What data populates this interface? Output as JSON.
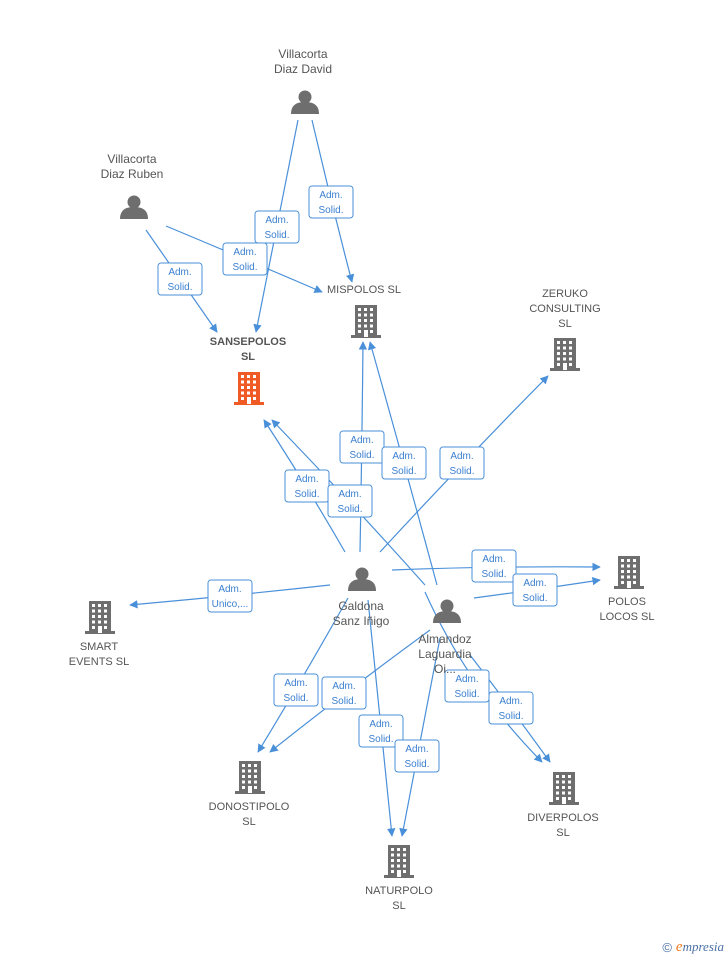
{
  "colors": {
    "person": "#6e6e6e",
    "company": "#6e6e6e",
    "focus": "#f05a24",
    "edge": "#4a90d9"
  },
  "nodes": [
    {
      "id": "p_david",
      "kind": "person",
      "name": "person-villacorta-diaz-david",
      "lines": [
        "Villacorta",
        "Diaz David"
      ]
    },
    {
      "id": "p_ruben",
      "kind": "person",
      "name": "person-villacorta-diaz-ruben",
      "lines": [
        "Villacorta",
        "Diaz Ruben"
      ]
    },
    {
      "id": "p_galdona",
      "kind": "person",
      "name": "person-galdona-sanz-inigo",
      "lines": [
        "Galdona",
        "Sanz Iñigo"
      ]
    },
    {
      "id": "p_almandoz",
      "kind": "person",
      "name": "person-almandoz-laguardia",
      "lines": [
        "Almandoz",
        "Laguardia",
        "Oi..."
      ]
    },
    {
      "id": "c_sansepolos",
      "kind": "focus",
      "name": "company-sansepolos",
      "lines": [
        "SANSEPOLOS",
        "SL"
      ]
    },
    {
      "id": "c_mispolos",
      "kind": "company",
      "name": "company-mispolos",
      "lines": [
        "MISPOLOS  SL"
      ]
    },
    {
      "id": "c_zeruko",
      "kind": "company",
      "name": "company-zeruko-consulting",
      "lines": [
        "ZERUKO",
        "CONSULTING",
        "SL"
      ]
    },
    {
      "id": "c_smart",
      "kind": "company",
      "name": "company-smart-events",
      "lines": [
        "SMART",
        "EVENTS SL"
      ]
    },
    {
      "id": "c_polos",
      "kind": "company",
      "name": "company-polos-locos",
      "lines": [
        "POLOS",
        "LOCOS  SL"
      ]
    },
    {
      "id": "c_donosti",
      "kind": "company",
      "name": "company-donostipolo",
      "lines": [
        "DONOSTIPOLO",
        "SL"
      ]
    },
    {
      "id": "c_diverpolos",
      "kind": "company",
      "name": "company-diverpolos",
      "lines": [
        "DIVERPOLOS",
        "SL"
      ]
    },
    {
      "id": "c_naturpolo",
      "kind": "company",
      "name": "company-naturpolo",
      "lines": [
        "NATURPOLO",
        "SL"
      ]
    }
  ],
  "edges": [
    {
      "id": "e1",
      "from": "p_david",
      "to": "c_sansepolos",
      "lines": [
        "Adm.",
        "Solid."
      ]
    },
    {
      "id": "e2",
      "from": "p_david",
      "to": "c_mispolos",
      "lines": [
        "Adm.",
        "Solid."
      ]
    },
    {
      "id": "e3",
      "from": "p_ruben",
      "to": "c_sansepolos",
      "lines": [
        "Adm.",
        "Solid."
      ]
    },
    {
      "id": "e4",
      "from": "p_ruben",
      "to": "c_mispolos",
      "lines": [
        "Adm.",
        "Solid."
      ]
    },
    {
      "id": "e5",
      "from": "p_galdona",
      "to": "c_sansepolos",
      "lines": [
        "Adm.",
        "Solid."
      ]
    },
    {
      "id": "e6",
      "from": "p_galdona",
      "to": "c_mispolos",
      "lines": [
        "Adm.",
        "Solid."
      ]
    },
    {
      "id": "e7",
      "from": "p_galdona",
      "to": "c_zeruko",
      "lines": [
        "Adm.",
        "Solid."
      ]
    },
    {
      "id": "e8",
      "from": "p_galdona",
      "to": "c_smart",
      "lines": [
        "Adm.",
        "Unico,..."
      ]
    },
    {
      "id": "e9",
      "from": "p_galdona",
      "to": "c_polos",
      "lines": [
        "Adm.",
        "Solid."
      ]
    },
    {
      "id": "e10",
      "from": "p_galdona",
      "to": "c_donosti",
      "lines": [
        "Adm.",
        "Solid."
      ]
    },
    {
      "id": "e11",
      "from": "p_galdona",
      "to": "c_naturpolo",
      "lines": [
        "Adm.",
        "Solid."
      ]
    },
    {
      "id": "e12",
      "from": "p_galdona",
      "to": "c_diverpolos",
      "lines": [
        "Adm.",
        "Solid."
      ]
    },
    {
      "id": "e13",
      "from": "p_almandoz",
      "to": "c_sansepolos",
      "lines": [
        "Adm.",
        "Solid."
      ]
    },
    {
      "id": "e14",
      "from": "p_almandoz",
      "to": "c_mispolos",
      "lines": [
        "Adm.",
        "Solid."
      ]
    },
    {
      "id": "e15",
      "from": "p_almandoz",
      "to": "c_polos",
      "lines": [
        "Adm.",
        "Solid."
      ]
    },
    {
      "id": "e16",
      "from": "p_almandoz",
      "to": "c_donosti",
      "lines": [
        "Adm.",
        "Solid."
      ]
    },
    {
      "id": "e17",
      "from": "p_almandoz",
      "to": "c_naturpolo",
      "lines": [
        "Adm.",
        "Solid."
      ]
    },
    {
      "id": "e18",
      "from": "p_almandoz",
      "to": "c_diverpolos",
      "lines": [
        "Adm.",
        "Solid."
      ]
    }
  ],
  "brand": {
    "copyright": "©",
    "initial": "e",
    "rest": "mpresia"
  }
}
